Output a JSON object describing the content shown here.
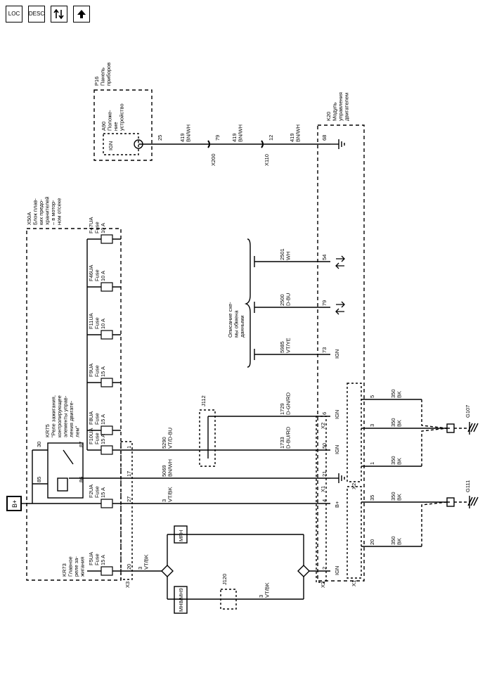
{
  "toolbar": {
    "loc_label": "LOC",
    "desc_label": "DESC"
  },
  "power": {
    "bplus_label": "B+"
  },
  "p16": {
    "label": "P16\nПанель\nприборов"
  },
  "a90": {
    "label": "A90\nПоложе-\nние\nустройство",
    "ign": "IGN"
  },
  "x50a": {
    "label": "X50A\nБлок плав-\nких предо-\nхранителей\n– в мотор-\nном отсеке"
  },
  "kr73": {
    "label": "KR73\nГлавное\nреле за-\nжигания"
  },
  "kr75": {
    "label": "KR75\n\"Реле зажигания,\nконтролирующее\nэлементы управ-\nления двигате-\nлем\"",
    "pin30": "30",
    "pin85": "85",
    "pin86": "86",
    "pin87": "87"
  },
  "k20": {
    "label": "K20\nМодуль\nуправления\nдвигателем"
  },
  "data_comm": {
    "label": "Описание схе-\nмы обмена\nданными"
  },
  "fuses": [
    {
      "name": "F47UA",
      "type": "Fuse",
      "rating": "10 A"
    },
    {
      "name": "F46UA",
      "type": "Fuse",
      "rating": "10 A"
    },
    {
      "name": "F11UA",
      "type": "Fuse",
      "rating": "10 A"
    },
    {
      "name": "F9UA",
      "type": "Fuse",
      "rating": "15 A"
    },
    {
      "name": "F8UA",
      "type": "Fuse",
      "rating": "15 A"
    },
    {
      "name": "F10UA",
      "type": "Fuse",
      "rating": "15 A"
    },
    {
      "name": "F2UA",
      "type": "Fuse",
      "rating": "15 A"
    },
    {
      "name": "F5UA",
      "type": "Fuse",
      "rating": "15 A"
    }
  ],
  "wires": {
    "w419a": "419\nBN/WH",
    "w419b": "419\nBN/WH",
    "w419c": "419\nBN/WH",
    "w2501": "2501\nWH",
    "w2500": "2500\nD-BU",
    "w5985": "5985\nVT/YE",
    "w1729": "1729\nD-GN/RD",
    "w1733": "1733\nD-BU/RD",
    "w5290": "5290\nVT/D-BU",
    "w5069": "5069\nBN/WH",
    "w3a": "3\nVT/BK",
    "w3b": "3\nVT/BK",
    "w3c": "3\nVT/BK",
    "w350": "350\nBK"
  },
  "pins": {
    "p25": "25",
    "p79a": "79",
    "p12": "12",
    "p68": "68",
    "p54": "54",
    "p79b": "79",
    "p73": "73",
    "p6": "6",
    "p50": "50",
    "p21": "21",
    "p4": "4",
    "p2": "2",
    "p1": "1",
    "p17": "17",
    "p27": "27",
    "p20": "20",
    "p5": "5",
    "p3": "3",
    "p1b": "1",
    "p35": "35",
    "p20b": "20"
  },
  "connectors": {
    "x200": "X200",
    "x110": "X110",
    "j112": "J112",
    "j120": "J120",
    "x1": "X1",
    "x2": "X2",
    "x3": "X3"
  },
  "terminals": {
    "ign": "IGN",
    "bplus": "B+"
  },
  "modules": {
    "mfh": "MFH",
    "mh8": "MH8/MH9"
  },
  "grounds": {
    "g107": "G107",
    "g111": "G111"
  }
}
